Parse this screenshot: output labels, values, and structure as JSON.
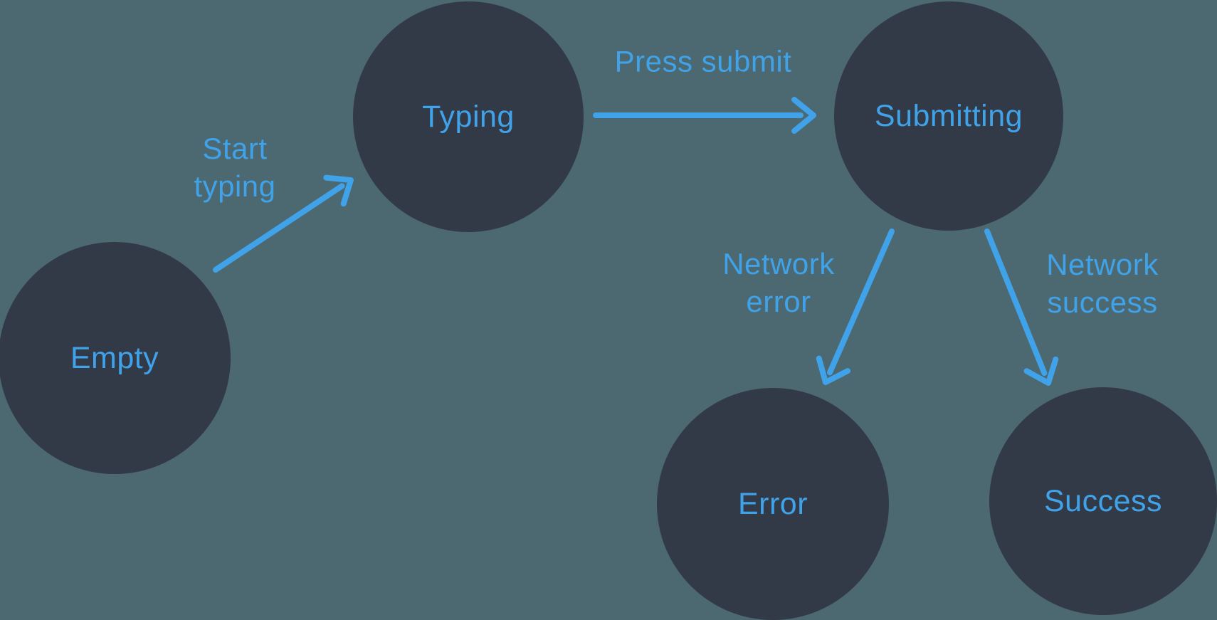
{
  "diagram": {
    "type": "state-machine",
    "colors": {
      "background": "#4c6870",
      "node_fill": "#323a47",
      "accent_blue": "#40a2e9"
    },
    "nodes": [
      {
        "id": "empty",
        "label": "Empty"
      },
      {
        "id": "typing",
        "label": "Typing"
      },
      {
        "id": "submitting",
        "label": "Submitting"
      },
      {
        "id": "error",
        "label": "Error"
      },
      {
        "id": "success",
        "label": "Success"
      }
    ],
    "edges": [
      {
        "from": "empty",
        "to": "typing",
        "label": "Start typing"
      },
      {
        "from": "typing",
        "to": "submitting",
        "label": "Press submit"
      },
      {
        "from": "submitting",
        "to": "error",
        "label": "Network error"
      },
      {
        "from": "submitting",
        "to": "success",
        "label": "Network success"
      }
    ]
  }
}
